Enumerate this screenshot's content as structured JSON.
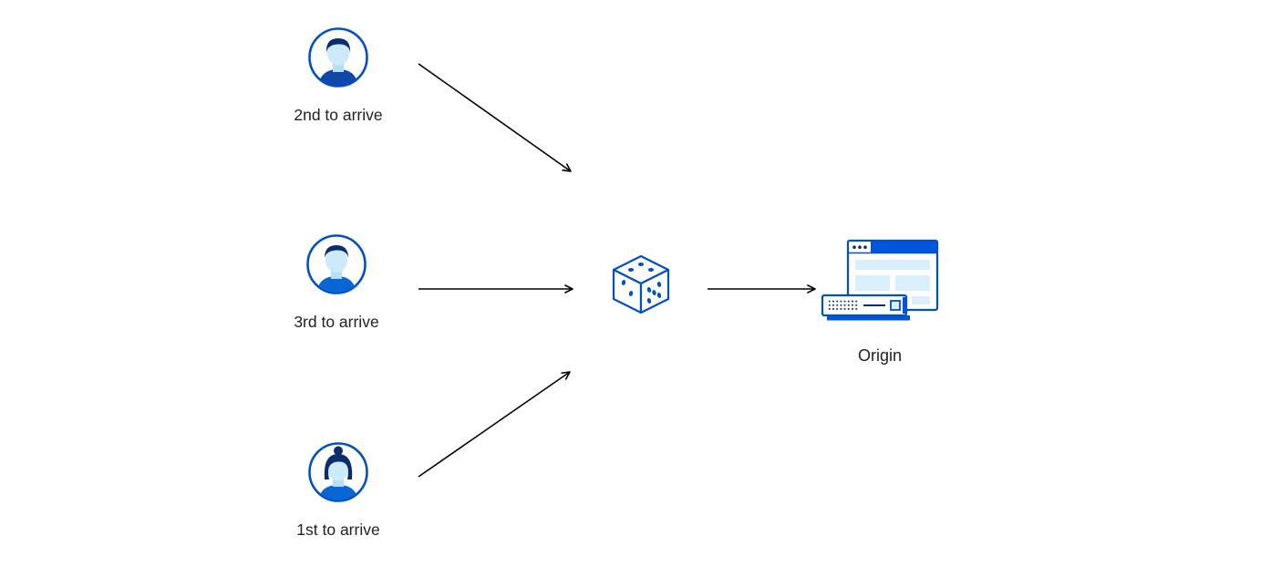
{
  "diagram": {
    "title": "",
    "nodes": {
      "user2": {
        "label": "2nd to arrive",
        "icon": "male-avatar-icon"
      },
      "user3": {
        "label": "3rd to arrive",
        "icon": "male-avatar-icon"
      },
      "user1": {
        "label": "1st to arrive",
        "icon": "female-avatar-icon"
      },
      "center": {
        "label": "",
        "icon": "dice-icon"
      },
      "origin": {
        "label": "Origin",
        "icon": "browser-server-icon"
      }
    },
    "arrows": [
      {
        "from": "user2",
        "to": "dice"
      },
      {
        "from": "user3",
        "to": "dice"
      },
      {
        "from": "user1",
        "to": "dice"
      },
      {
        "from": "dice",
        "to": "origin"
      }
    ],
    "colors": {
      "accent": "#0051c3",
      "accent_bright": "#0055dc",
      "dark_navy": "#0a2d6e",
      "light_fill": "#d9effb",
      "skin_fill": "#cdeaf9",
      "arrow": "#000000",
      "text": "#202124",
      "background": "#ffffff"
    }
  }
}
